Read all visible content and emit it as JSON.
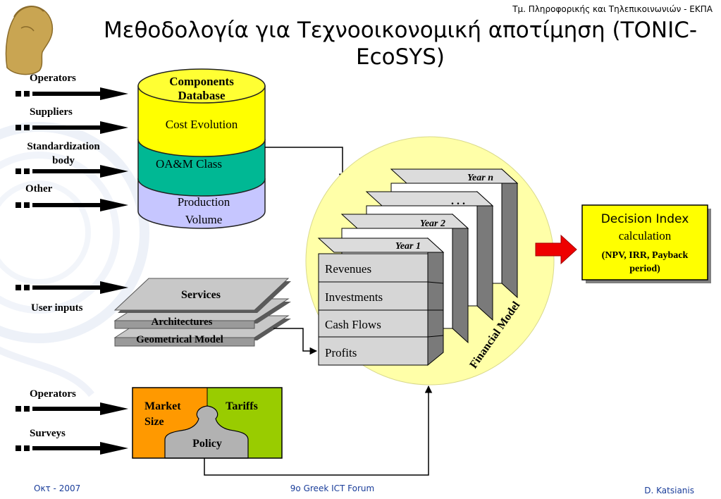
{
  "slide": {
    "header": "Τμ. Πληροφορικής και Τηλεπικοινωνιών - ΕΚΠΑ",
    "title_line1": "Μεθοδολογία για Τεχνοοικονομική αποτίμηση (TONIC-",
    "title_line2": "EcoSYS)",
    "footer_left": "Οκτ - 2007",
    "footer_center": "9ο Greek ICT Forum",
    "footer_right": "D. Katsianis"
  },
  "inputs_top": {
    "operators": "Operators",
    "suppliers": "Suppliers",
    "standardization_line1": "Standardization",
    "standardization_line2": "body",
    "other": "Other"
  },
  "database": {
    "title_line1": "Components",
    "title_line2": "Database",
    "layer_cost": "Cost Evolution",
    "layer_oam": "OA&M Class",
    "layer_prod_line1": "Production",
    "layer_prod_line2": "Volume"
  },
  "user_inputs": {
    "label": "User inputs"
  },
  "layers": {
    "services": "Services",
    "architectures": "Architectures",
    "geometrical": "Geometrical Model"
  },
  "financial": {
    "year_n": "Year n",
    "dots": ". . .",
    "year_2": "Year 2",
    "year_1": "Year 1",
    "rows": [
      "Revenues",
      "Investments",
      "Cash Flows",
      "Profits"
    ],
    "label": "Financial Model"
  },
  "decision": {
    "title_line1": "Decision Index",
    "title_line2": "calculation",
    "sub_line1": "(NPV, IRR, Payback",
    "sub_line2": "period)"
  },
  "bottom_inputs": {
    "operators": "Operators",
    "surveys": "Surveys"
  },
  "puzzle": {
    "market_line1": "Market",
    "market_line2": "Size",
    "tariffs": "Tariffs",
    "policy": "Policy"
  },
  "colors": {
    "db_top": "#ffff33",
    "db_cost": "#ffff00",
    "db_oam": "#00b894",
    "db_prod": "#c6c6ff",
    "circle": "#ffffa8",
    "decision_bg": "#ffff00",
    "arrow_red": "#ee0000",
    "market": "#ff9900",
    "tariffs": "#99cc00",
    "policy": "#b2b2b2",
    "footer_text": "#1a3d9a"
  }
}
